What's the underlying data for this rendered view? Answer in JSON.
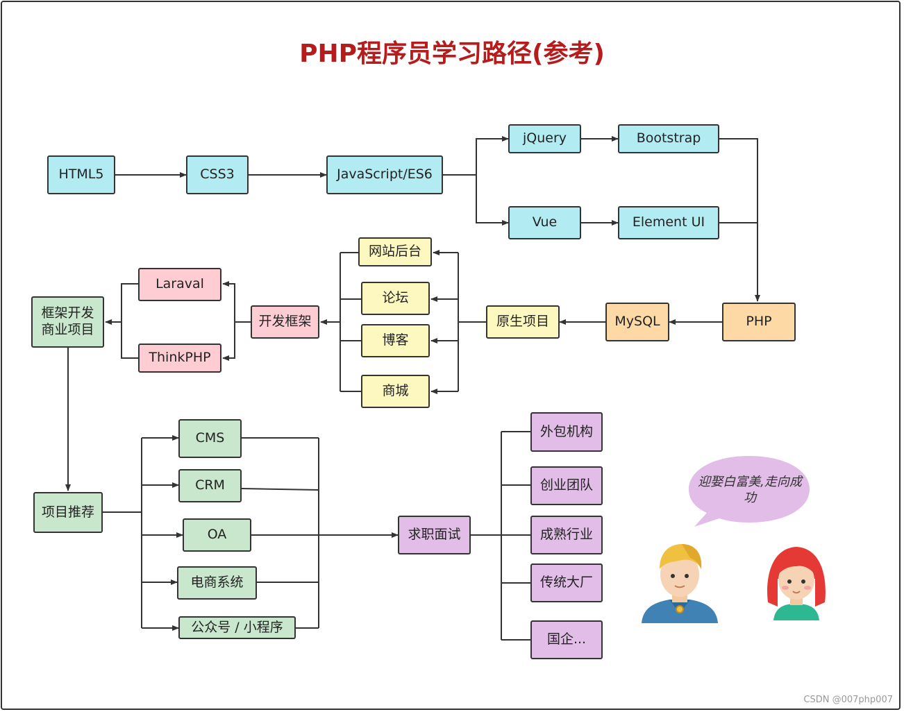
{
  "title": "PHP程序员学习路径(参考)",
  "nodes": {
    "html5": "HTML5",
    "css3": "CSS3",
    "js": "JavaScript/ES6",
    "jquery": "jQuery",
    "bootstrap": "Bootstrap",
    "vue": "Vue",
    "elementui": "Element UI",
    "php": "PHP",
    "mysql": "MySQL",
    "yuansheng": "原生项目",
    "wangzhan": "网站后台",
    "luntan": "论坛",
    "boke": "博客",
    "shangcheng": "商城",
    "kaifa": "开发框架",
    "laravel": "Laraval",
    "thinkphp": "ThinkPHP",
    "kuangjia": "框架开发\n商业项目",
    "tuijian": "项目推荐",
    "cms": "CMS",
    "crm": "CRM",
    "oa": "OA",
    "dianshang": "电商系统",
    "gongzhong": "公众号 / 小程序",
    "qiuzhi": "求职面试",
    "waibao": "外包机构",
    "chuangye": "创业团队",
    "chengshu": "成熟行业",
    "chuantong": "传统大厂",
    "guoqi": "国企..."
  },
  "bubble": "迎娶白富美,走向成功",
  "watermark": "CSDN @007php007",
  "colors": {
    "title": "#b71c1c",
    "blue": "#b3ebf2",
    "orange": "#fdd9a5",
    "yellow": "#fdf8c0",
    "pink": "#fdcdd3",
    "green": "#c9e7cd",
    "purple": "#e2bde8",
    "bubble": "#e2bde8"
  }
}
